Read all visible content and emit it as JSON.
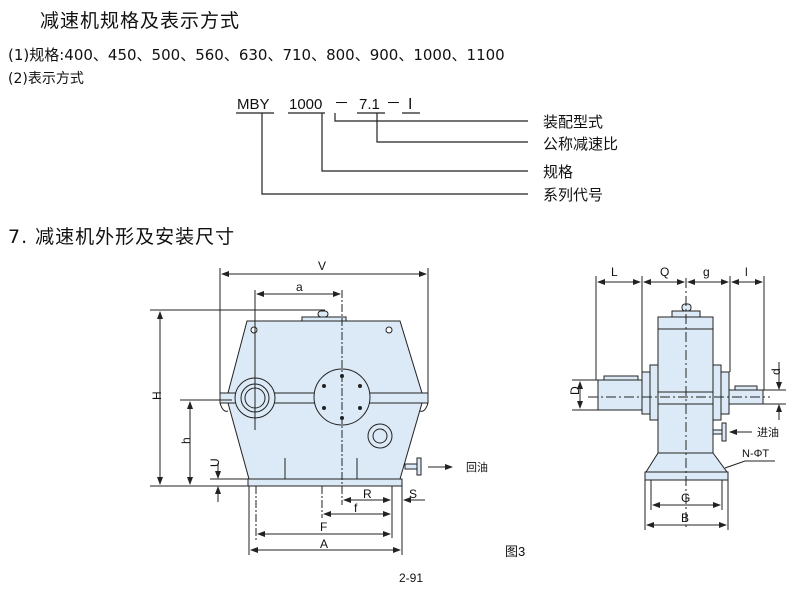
{
  "section_title": "减速机规格及表示方式",
  "spec_line": "(1)规格:400、450、500、560、630、710、800、900、1000、1100",
  "representation_label": "(2)表示方式",
  "model_code": {
    "series": "MBY",
    "size": "1000",
    "sep1": "－",
    "ratio": "7.1",
    "sep2": "－",
    "assembly": "Ⅰ",
    "legend": [
      "装配型式",
      "公称减速比",
      "规格",
      "系列代号"
    ]
  },
  "section2_title": "7. 减速机外形及安装尺寸",
  "front_view": {
    "dims": {
      "V": "V",
      "a": "a",
      "H": "H",
      "h": "h",
      "U": "U",
      "R": "R",
      "S": "S",
      "f": "f",
      "F": "F",
      "A": "A"
    },
    "oil_return": "回油"
  },
  "side_view": {
    "dims": {
      "L": "L",
      "Q": "Q",
      "g": "g",
      "l": "l",
      "D": "D",
      "d": "d",
      "G": "G",
      "B": "B"
    },
    "oil_inlet": "进油",
    "bolt_label": "N-ΦT"
  },
  "figure_caption": "图3",
  "page_number": "2-91",
  "colors": {
    "body_fill": "#dce9f6",
    "line": "#222222"
  }
}
